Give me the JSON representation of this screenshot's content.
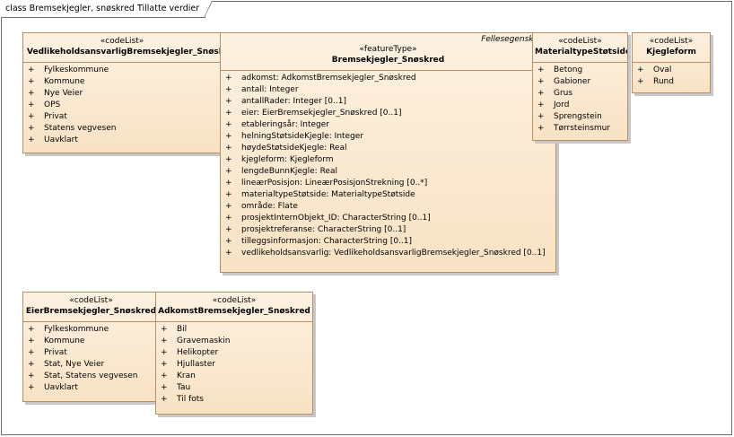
{
  "frame_title": "class Bremsekjegler, snøskred Tillatte verdier",
  "classes": {
    "vedlikehold": {
      "stereotype": "«codeList»",
      "name": "VedlikeholdsansvarligBremsekjegler_Snøskred",
      "items": [
        "Fylkeskommune",
        "Kommune",
        "Nye Veier",
        "OPS",
        "Privat",
        "Statens vegvesen",
        "Uavklart"
      ]
    },
    "bremsekjegler": {
      "package": "Fellesegenskaper",
      "stereotype": "«featureType»",
      "name": "Bremsekjegler_Snøskred",
      "items": [
        "adkomst: AdkomstBremsekjegler_Snøskred",
        "antall: Integer",
        "antallRader: Integer [0..1]",
        "eier: EierBremsekjegler_Snøskred [0..1]",
        "etableringsår: Integer",
        "helningStøtsideKjegle: Integer",
        "høydeStøtsideKjegle: Real",
        "kjegleform: Kjegleform",
        "lengdeBunnKjegle: Real",
        "lineærPosisjon: LineærPosisjonStrekning [0..*]",
        "materialtypeStøtside: MaterialtypeStøtside",
        "område: Flate",
        "prosjektInternObjekt_ID: CharacterString [0..1]",
        "prosjektreferanse: CharacterString [0..1]",
        "tilleggsinformasjon: CharacterString [0..1]",
        "vedlikeholdsansvarlig: VedlikeholdsansvarligBremsekjegler_Snøskred [0..1]"
      ]
    },
    "materialtype": {
      "stereotype": "«codeList»",
      "name": "MaterialtypeStøtside",
      "items": [
        "Betong",
        "Gabioner",
        "Grus",
        "Jord",
        "Sprengstein",
        "Tørrsteinsmur"
      ]
    },
    "kjegleform": {
      "stereotype": "«codeList»",
      "name": "Kjegleform",
      "items": [
        "Oval",
        "Rund"
      ]
    },
    "eier": {
      "stereotype": "«codeList»",
      "name": "EierBremsekjegler_Snøskred",
      "items": [
        "Fylkeskommune",
        "Kommune",
        "Privat",
        "Stat, Nye Veier",
        "Stat, Statens vegvesen",
        "Uavklart"
      ]
    },
    "adkomst": {
      "stereotype": "«codeList»",
      "name": "AdkomstBremsekjegler_Snøskred",
      "items": [
        "Bil",
        "Gravemaskin",
        "Helikopter",
        "Hjullaster",
        "Kran",
        "Tau",
        "Til fots"
      ]
    }
  }
}
